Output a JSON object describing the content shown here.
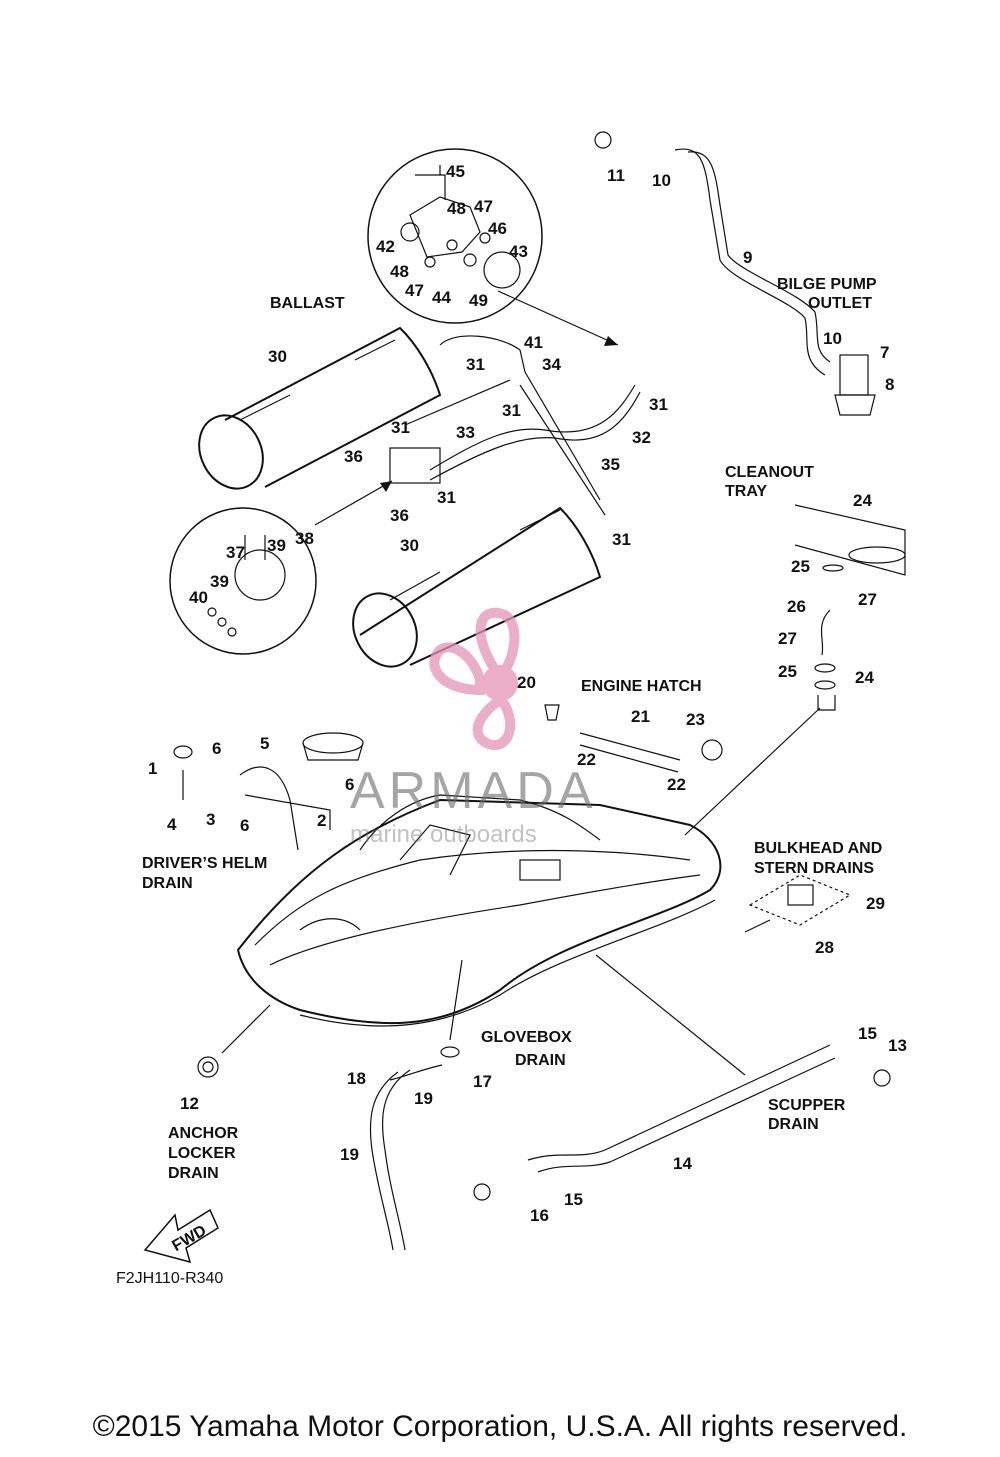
{
  "diagram": {
    "drawing_code": "F2JH110-R340",
    "section_labels": {
      "ballast": "BALLAST",
      "bilge_pump_outlet_1": "BILGE PUMP",
      "bilge_pump_outlet_2": "OUTLET",
      "cleanout_tray_1": "CLEANOUT",
      "cleanout_tray_2": "TRAY",
      "engine_hatch": "ENGINE HATCH",
      "drivers_helm_1": "DRIVER’S HELM",
      "drivers_helm_2": "DRAIN",
      "bulkhead_1": "BULKHEAD AND",
      "bulkhead_2": "STERN DRAINS",
      "glovebox_1": "GLOVEBOX",
      "glovebox_2": "DRAIN",
      "scupper_1": "SCUPPER",
      "scupper_2": "DRAIN",
      "anchor_1": "ANCHOR",
      "anchor_2": "LOCKER",
      "anchor_3": "DRAIN"
    },
    "fwd_label": "FWD",
    "part_numbers": {
      "n1": "1",
      "n2": "2",
      "n3": "3",
      "n4": "4",
      "n5": "5",
      "n6a": "6",
      "n6b": "6",
      "n6c": "6",
      "n7": "7",
      "n8": "8",
      "n9": "9",
      "n10a": "10",
      "n10b": "10",
      "n11": "11",
      "n12": "12",
      "n13": "13",
      "n14": "14",
      "n15a": "15",
      "n15b": "15",
      "n16": "16",
      "n17": "17",
      "n18": "18",
      "n19a": "19",
      "n19b": "19",
      "n20": "20",
      "n21": "21",
      "n22a": "22",
      "n22b": "22",
      "n23": "23",
      "n24a": "24",
      "n24b": "24",
      "n25a": "25",
      "n25b": "25",
      "n26": "26",
      "n27a": "27",
      "n27b": "27",
      "n28": "28",
      "n29": "29",
      "n30a": "30",
      "n30b": "30",
      "n31a": "31",
      "n31b": "31",
      "n31c": "31",
      "n31d": "31",
      "n31e": "31",
      "n31f": "31",
      "n32": "32",
      "n33": "33",
      "n34": "34",
      "n35": "35",
      "n36a": "36",
      "n36b": "36",
      "n37": "37",
      "n38": "38",
      "n39a": "39",
      "n39b": "39",
      "n40": "40",
      "n41": "41",
      "n42": "42",
      "n43": "43",
      "n44": "44",
      "n45": "45",
      "n46": "46",
      "n47a": "47",
      "n47b": "47",
      "n48a": "48",
      "n48b": "48",
      "n49": "49"
    }
  },
  "watermark": {
    "brand": "ARMADA",
    "tagline": "marine outboards",
    "color": "#e493b8"
  },
  "footer": {
    "copyright": "©2015 Yamaha Motor Corporation, U.S.A. All rights reserved."
  }
}
